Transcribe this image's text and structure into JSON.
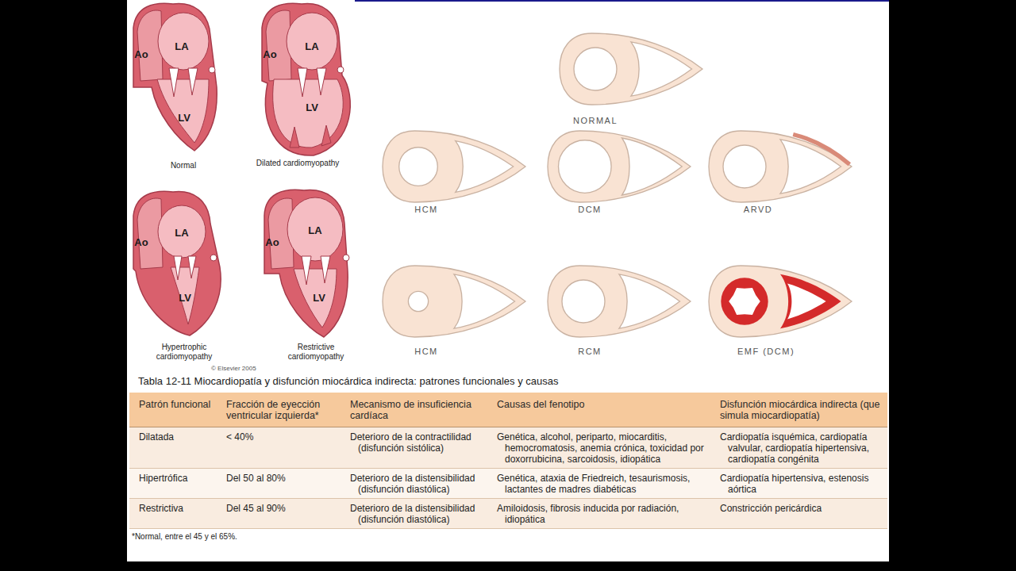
{
  "diagram": {
    "title": "Tabla 12-11 Miocardiopatía y disfunción miocárdica indirecta: patrones funcionales y causas",
    "caption": "*Normal, entre el 45 y el 65%.",
    "labels": [
      "Ao",
      "LA",
      "LV",
      "Normal",
      "Ao",
      "LA",
      "LV",
      "Dilated cardiomyopathy",
      "Ao",
      "LA",
      "LV",
      "Hypertrophic cardiomyopathy",
      "Ao",
      "LA",
      "LV",
      "Restrictive cardiomyopathy",
      "© Elsevier 2005",
      "NORMAL",
      "HCM",
      "DCM",
      "ARVD",
      "HCM",
      "RCM",
      "EMF (DCM)",
      "Patrón funcional",
      "Fracción de eyección ventricular izquierda*",
      "Mecanismo de insuficiencia cardíaca",
      "Causas del fenotipo",
      "Disfunción miocárdica indirecta (que simula miocardiopatía)",
      "Dilatada",
      "< 40%",
      "Deterioro de la contractilidad (disfunción sistólica)",
      "Genética, alcohol, periparto, miocarditis, hemocromatosis, anemia crónica, toxicidad por doxorrubicina, sarcoidosis, idiopática",
      "Cardiopatía isquémica, cardiopatía valvular, cardiopatía hipertensiva, cardiopatía congénita",
      "Hipertrófica",
      "Del 50 al 80%",
      "Deterioro de la distensibilidad (disfunción diastólica)",
      "Genética, ataxia de Friedreich, tesaurismosis, lactantes de madres diabéticas",
      "Cardiopatía hipertensiva, estenosis aórtica",
      "Restrictiva",
      "Del 45 al 90%",
      "Deterioro de la distensibilidad (disfunción diastólica)",
      "Amiloidosis, fibrosis inducida por radiación, idiopática",
      "Constricción pericárdica"
    ]
  }
}
